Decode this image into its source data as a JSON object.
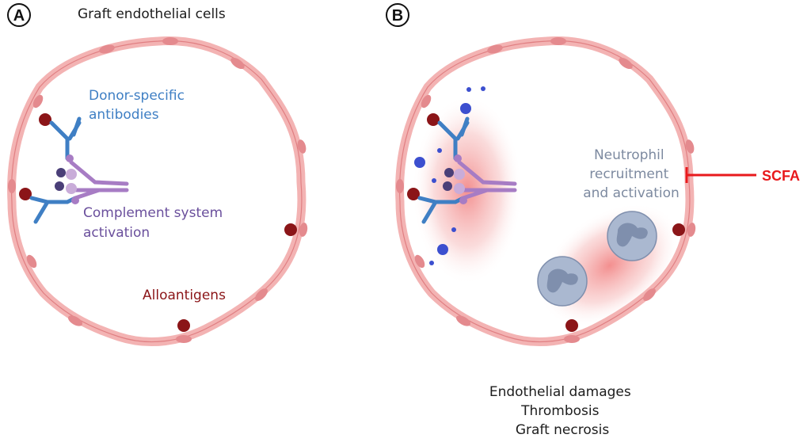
{
  "figure": {
    "panel_a": {
      "letter": "A",
      "title": "Graft endothelial cells",
      "labels": {
        "antibodies": [
          "Donor-specific",
          "antibodies"
        ],
        "complement": [
          "Complement system",
          "activation"
        ],
        "alloantigens": "Alloantigens"
      }
    },
    "panel_b": {
      "letter": "B",
      "labels": {
        "neutrophil": [
          "Neutrophil",
          "recruitment",
          "and activation"
        ],
        "inhibitor": "SCFA",
        "outcomes": [
          "Endothelial damages",
          "Thrombosis",
          "Graft necrosis"
        ]
      }
    },
    "colors": {
      "endothelium_fill": "#f3b3b3",
      "endothelium_stroke": "#e07f82",
      "nucleus": "#e48a8e",
      "alloantigen": "#8b1518",
      "antibody": "#3f7fc4",
      "complement": "#a77cc4",
      "complement_dark": "#4a3f78",
      "neutrophil": "#aab8d0",
      "neutrophil_nucleus": "#7f8fad",
      "inflammation": "#ef6a6a",
      "scfa": "#e8191c",
      "text_antibody": "#3f7fc4",
      "text_complement": "#6a4f9c",
      "text_alloantigen": "#8b1518",
      "text_neutrophil": "#7d8aa0",
      "text_default": "#1d1d1d"
    }
  }
}
